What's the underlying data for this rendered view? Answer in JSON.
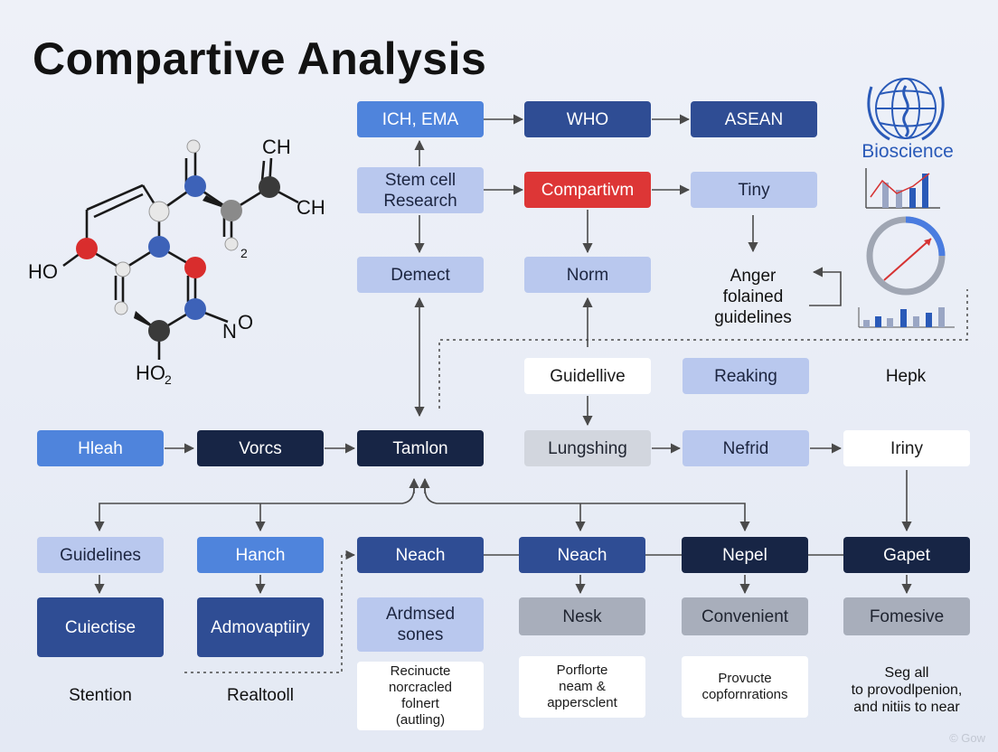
{
  "title": "Compartive Analysis",
  "molecule": {
    "labels": {
      "ch_top": "CH",
      "ch_right": "CH",
      "ho_left": "HO",
      "no": "N",
      "no_o": "O",
      "ho2": "HO",
      "ho2_sub": "2",
      "two": "2"
    }
  },
  "emblem": {
    "label": "Bioscience"
  },
  "row1": {
    "ich": "ICH, EMA",
    "who": "WHO",
    "asean": "ASEAN"
  },
  "row2": {
    "stem": "Stem cell\nResearch",
    "compartivm": "Compartivm",
    "tiny": "Tiny"
  },
  "row3": {
    "demect": "Demect",
    "norm": "Norm",
    "anger": "Anger\nfolained\nguidelines"
  },
  "row4": {
    "guidellive": "Guidellive",
    "reaking": "Reaking",
    "hepk": "Hepk"
  },
  "row5": {
    "hleah": "Hleah",
    "vorcs": "Vorcs",
    "tamlon": "Tamlon",
    "lungshing": "Lungshing",
    "nefrid": "Nefrid",
    "iriny": "Iriny"
  },
  "row6": {
    "guidelines": "Guidelines",
    "hanch": "Hanch",
    "neach1": "Neach",
    "neach2": "Neach",
    "nepel": "Nepel",
    "gapet": "Gapet"
  },
  "row7": {
    "cuiectise": "Cuiectise",
    "admovaptiiry": "Admovaptiiry",
    "ardmsed": "Ardmsed\nsones",
    "nesk": "Nesk",
    "convenient": "Convenient",
    "fomesive": "Fomesive"
  },
  "row8": {
    "stention": "Stention",
    "realtooll": "Realtooll",
    "recinucte": "Recinucte\nnorcracled\nfolnert\n(autling)",
    "porflorte": "Porflorte\nneam &\nappersclent",
    "provucte": "Provucte\ncopfornrations",
    "segall": "Seg all\nto provodlpenion,\nand nitiis to near"
  },
  "watermark": "© Gow",
  "colors": {
    "light": "#b9c8ee",
    "medium": "#4f84dc",
    "dark": "#2f4d94",
    "navy": "#172545",
    "red": "#dd3636",
    "gray": "#a8aebb",
    "arrow": "#4a4a4a",
    "emblem_blue": "#2a5ab8"
  }
}
